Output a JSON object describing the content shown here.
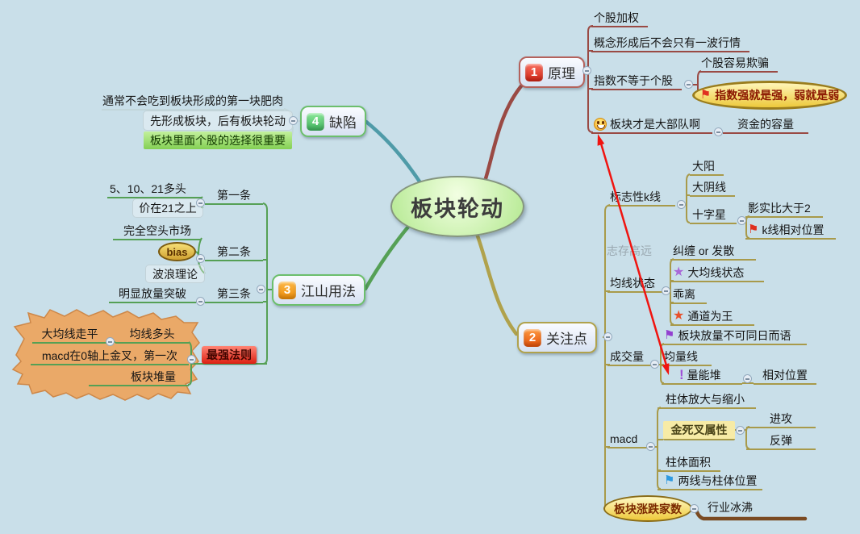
{
  "center": {
    "title": "板块轮动"
  },
  "watermark": "志存高远",
  "icons": {
    "flag": "⚑",
    "star": "★",
    "exclamation": "!"
  },
  "colors": {
    "background": "#c9dfe9",
    "branch_principle_line": "#9a4a44",
    "branch_focus_line": "#a89a4a",
    "branch_usage_line": "#55a055",
    "branch_defect_line": "#4f9ba8",
    "highlight_green": "#9ade6e",
    "highlight_red": "#e8281c",
    "highlight_yellow": "#f7eba6",
    "cloud_fill": "#eaa968",
    "gold_ellipse": "#eec93a",
    "relation_arrow": "#f01410"
  },
  "b1": {
    "num": "1",
    "label": "原理",
    "weighting": "个股加权",
    "concept": "概念形成后不会只有一波行情",
    "index_not_stock": "指数不等于个股",
    "stock_deceive": "个股容易欺骗",
    "index_strong": "指数强就是强，弱就是弱",
    "sector_army": "板块才是大部队啊",
    "capital": "资金的容量"
  },
  "b2": {
    "num": "2",
    "label": "关注点",
    "kline": "标志性k线",
    "big_yang": "大阳",
    "big_yin": "大阴线",
    "doji": "十字星",
    "shadow_ratio": "影实比大于2",
    "k_position": "k线相对位置",
    "ma_state": "均线状态",
    "tangle": "纠缠 or 发散",
    "big_ma_state": "大均线状态",
    "deviation": "乖离",
    "channel_king": "通道为王",
    "volume": "成交量",
    "sector_volume": "板块放量不可同日而语",
    "ma_volume": "均量线",
    "energy_pile": "量能堆",
    "relative_pos": "相对位置",
    "macd": "macd",
    "bar_scale": "柱体放大与缩小",
    "cross_attr": "金死叉属性",
    "attack": "进攻",
    "rebound": "反弹",
    "bar_area": "柱体面积",
    "lines_bars": "两线与柱体位置",
    "updown_count": "板块涨跌家数",
    "industry": "行业冰沸"
  },
  "b3": {
    "num": "3",
    "label": "江山用法",
    "bullish": "5、10、21多头",
    "rule1": "第一条",
    "above21": "价在21之上",
    "bear_market": "完全空头市场",
    "bias": "bias",
    "rule2": "第二条",
    "wave_theory": "波浪理论",
    "breakout": "明显放量突破",
    "rule3": "第三条",
    "strongest": "最强法则",
    "ma_bull": "均线多头",
    "big_ma_flat": "大均线走平",
    "macd_cross": "macd在0轴上金叉，第一次",
    "sector_pile": "板块堆量"
  },
  "b4": {
    "num": "4",
    "label": "缺陷",
    "first_meat": "通常不会吃到板块形成的第一块肥肉",
    "form_first": "先形成板块，后有板块轮动",
    "stock_pick": "板块里面个股的选择很重要"
  }
}
